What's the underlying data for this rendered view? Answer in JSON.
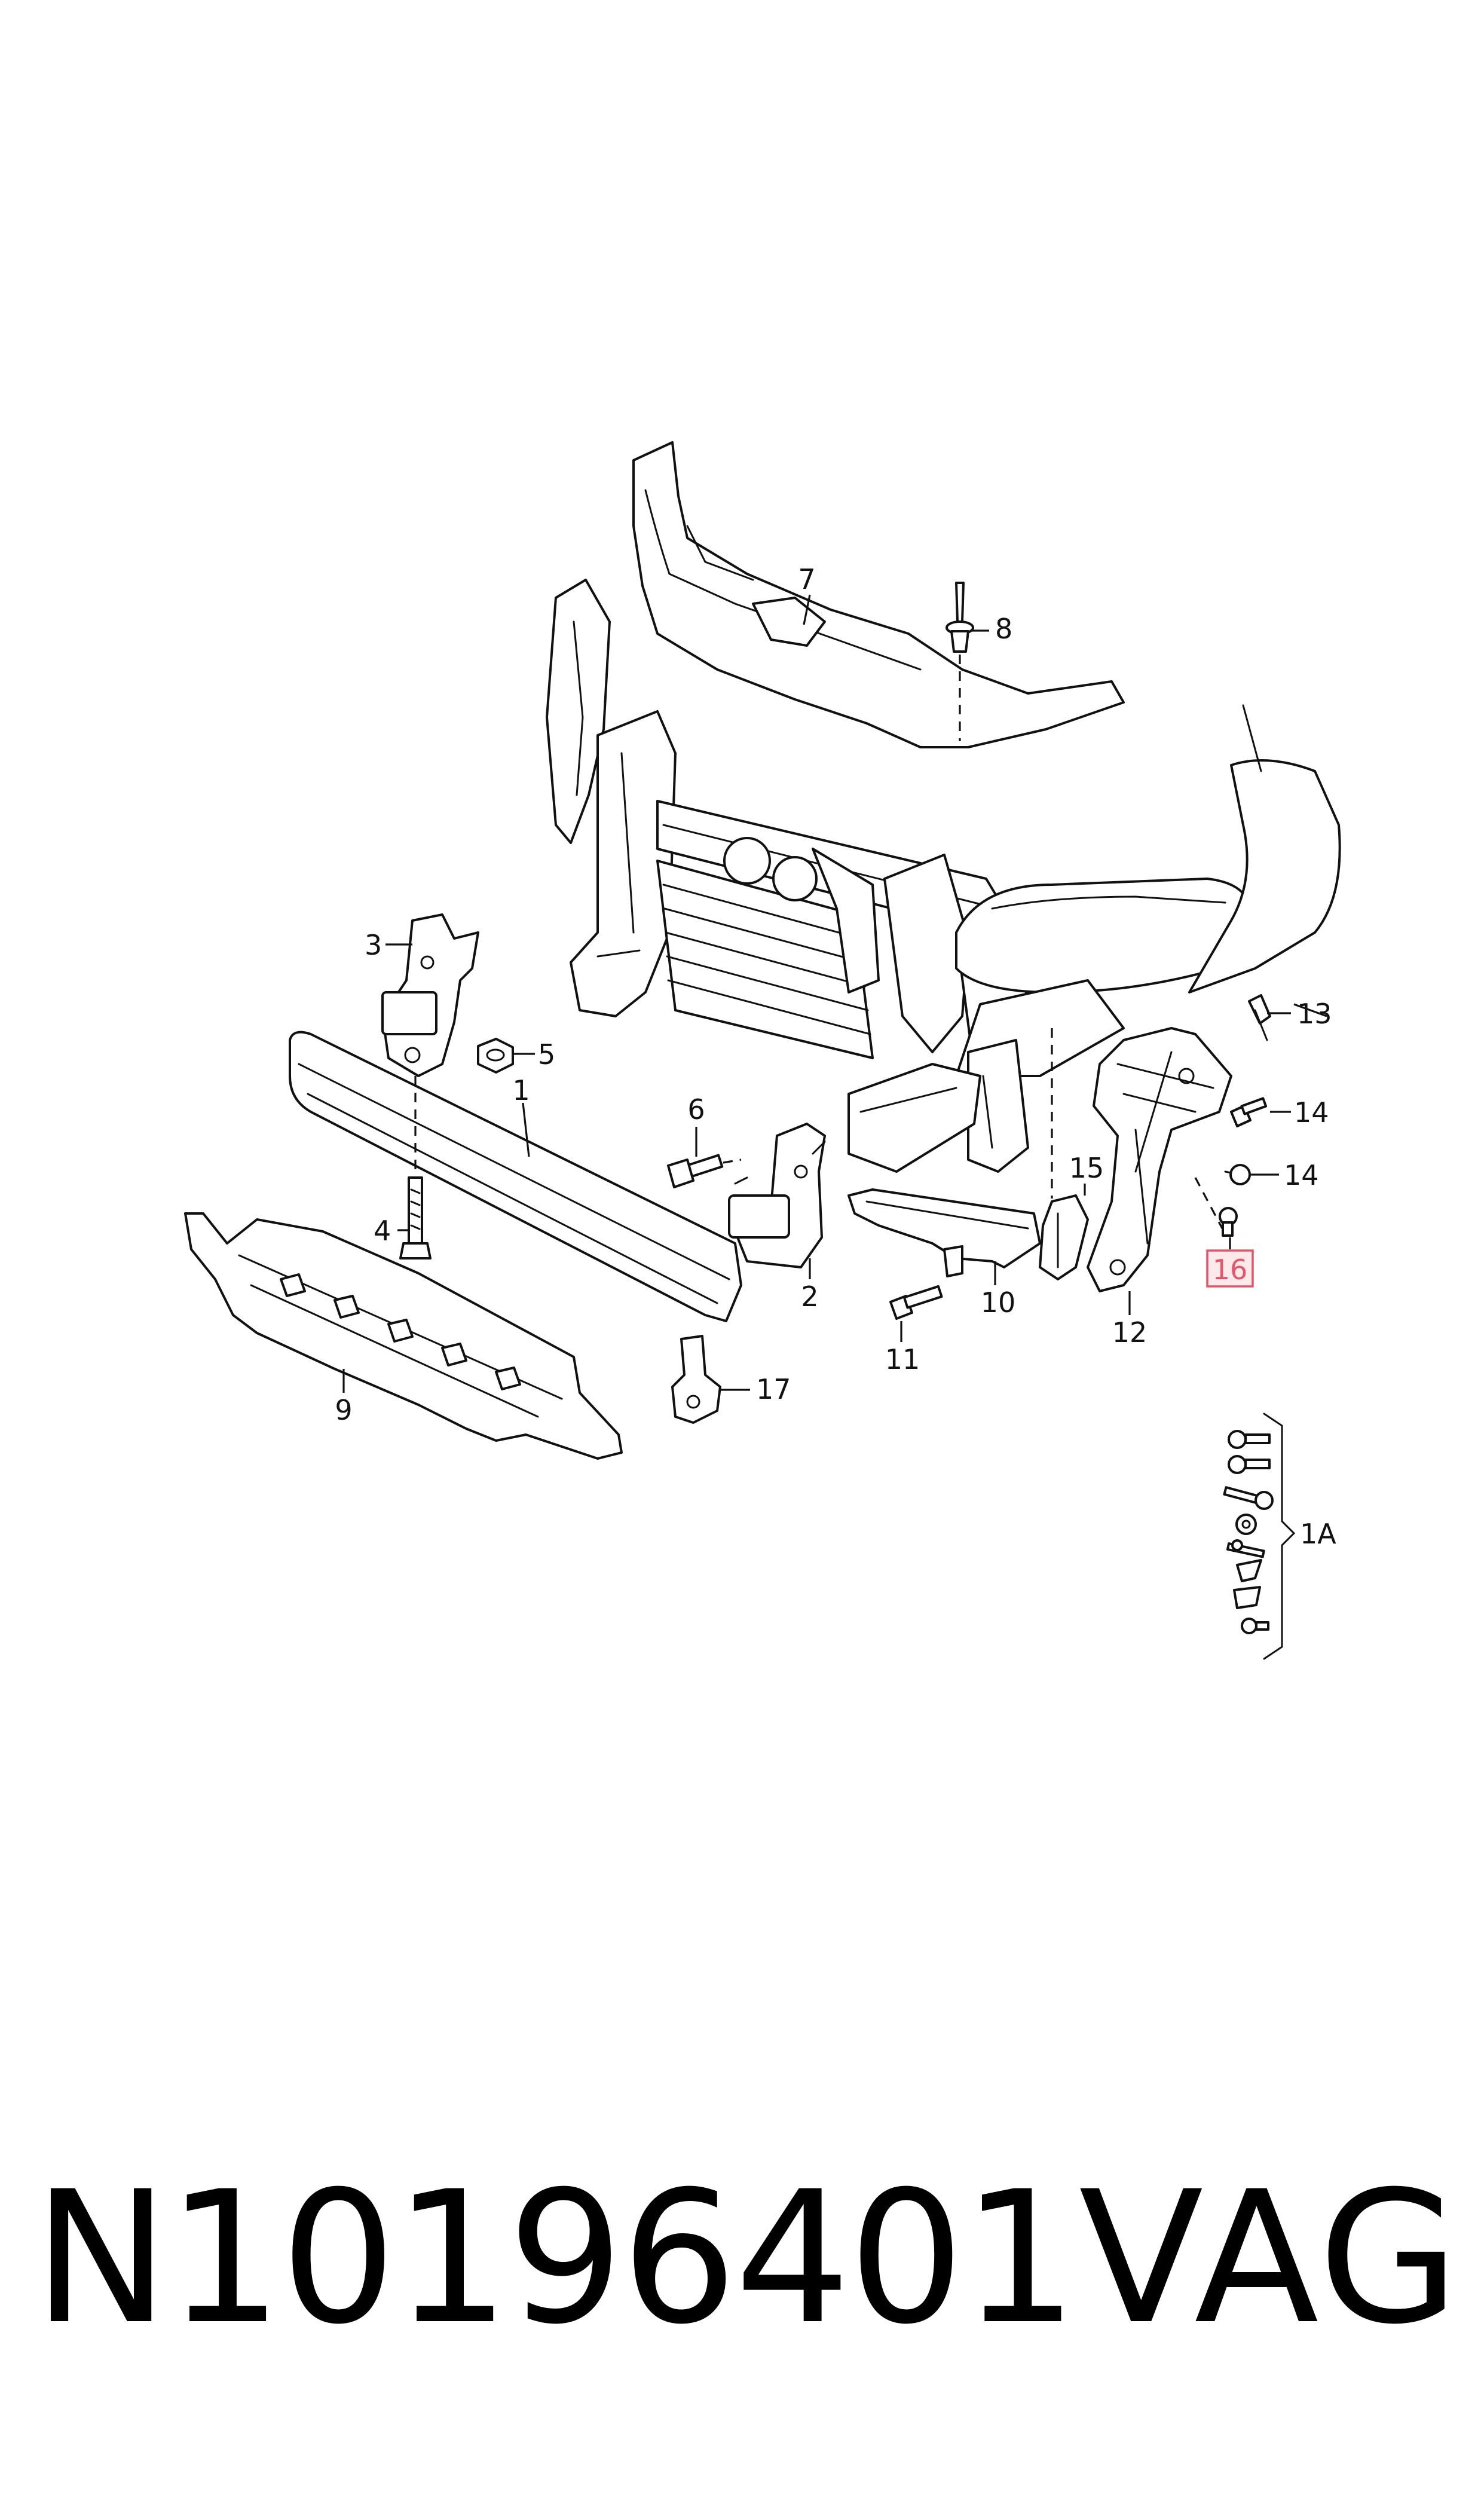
{
  "diagram": {
    "callouts": {
      "c1": "1",
      "c2": "2",
      "c3": "3",
      "c4": "4",
      "c5": "5",
      "c6": "6",
      "c7": "7",
      "c8": "8",
      "c9": "9",
      "c10": "10",
      "c11": "11",
      "c12": "12",
      "c13": "13",
      "c14a": "14",
      "c14b": "14",
      "c15": "15",
      "c16": "16",
      "c17": "17",
      "c1A": "1A"
    },
    "highlighted_callout": "16",
    "highlight_color": "#e3566a"
  },
  "footer": {
    "part_number": "N10196401",
    "brand": "VAG"
  }
}
